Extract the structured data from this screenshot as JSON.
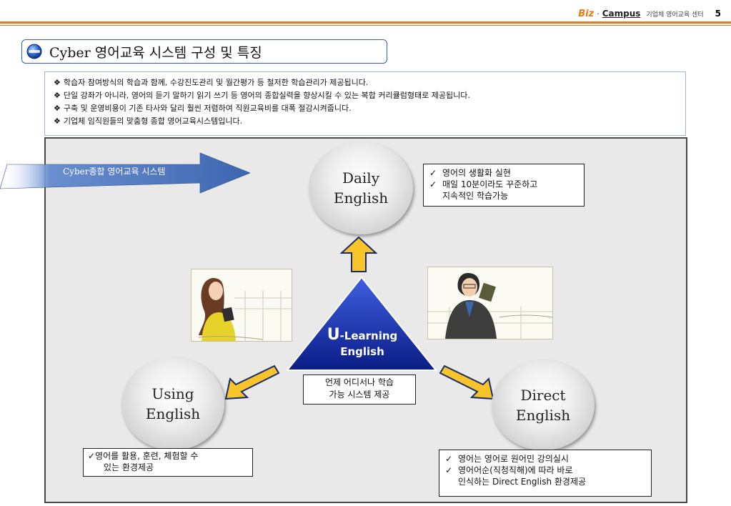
{
  "header": {
    "brand_biz": "Biz",
    "brand_sep": "·",
    "brand_campus": "Campus",
    "brand_center": "기업체 영어교육 센터",
    "page_number": "5"
  },
  "title": {
    "text": "Cyber 영어교육 시스템 구성 및 특징"
  },
  "bullets": [
    "학습자 참여방식의 학습과 함께, 수강진도관리 및 월간평가 등 철저한 학습관리가 제공됩니다.",
    "단일 강좌가 아니라, 영어의 듣기 말하기 읽기 쓰기 등 영어의 종합실력을 향상시킬 수 있는 복합 커리큘럼형태로 제공됩니다.",
    "구축 및 운영비용이 기존 타사와 달리 훨씬 저렴하여 직원교육비를 대폭 절감시켜줍니다.",
    "기업체 임직원들의 맞춤형 종합 영어교육시스템입니다."
  ],
  "bullet_marker": "❖",
  "ribbon": {
    "label": "Cyber종합 영어교육 시스템"
  },
  "nodes": {
    "daily": "Daily\nEnglish",
    "using": "Using\nEnglish",
    "direct": "Direct\nEnglish"
  },
  "center": {
    "u": "U",
    "line1": "-Learning",
    "line2": "English",
    "caption_line1": "언제 어디서나 학습",
    "caption_line2": "가능 시스템 제공"
  },
  "notes": {
    "check": "✓",
    "daily": [
      "영어의 생활화 실현",
      "매일 10분이라도 꾸준하고"
    ],
    "daily_cont": "지속적인 학습가능",
    "using_line1": "✓영어를 활용, 훈련, 체험할 수",
    "using_line2": "있는  환경제공",
    "direct": [
      "영어는 영어로 원어민 강의실시",
      "영어어순(직청직해)에 따라 바로"
    ],
    "direct_cont": "인식하는 Direct English 환경제공"
  },
  "colors": {
    "accent_orange": "#e87a1e",
    "title_border": "#3a5fa8",
    "triangle_top": "#3f5fe0",
    "triangle_bottom": "#0a1c86",
    "arrow_yellow": "#f7c52a",
    "ribbon_blue": "#4a74b8"
  }
}
